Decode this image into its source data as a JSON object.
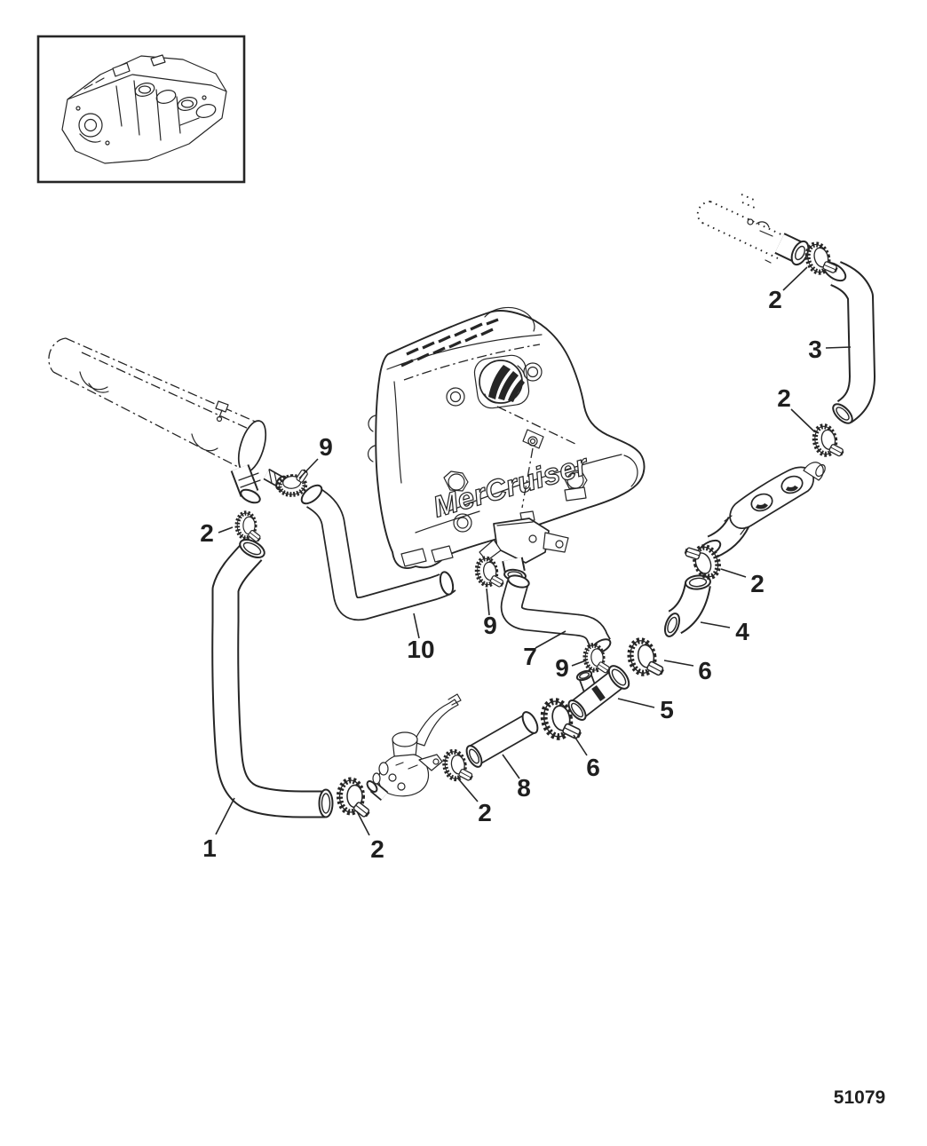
{
  "figure": {
    "drawing_number": "51079",
    "brand_logo_text": "MerCruiser"
  },
  "colors": {
    "line": "#262626",
    "background": "#ffffff"
  },
  "callouts": [
    {
      "id": "hose-1",
      "label": "1"
    },
    {
      "id": "clamp-heat-exchanger",
      "label": "2"
    },
    {
      "id": "clamp-thermostat-left",
      "label": "2"
    },
    {
      "id": "clamp-thermostat-right",
      "label": "2"
    },
    {
      "id": "clamp-exhaust-elbow",
      "label": "2"
    },
    {
      "id": "clamp-upper-fitting",
      "label": "2"
    },
    {
      "id": "clamp-hose-3-lower",
      "label": "2"
    },
    {
      "id": "hose-3",
      "label": "3"
    },
    {
      "id": "hose-4",
      "label": "4"
    },
    {
      "id": "tee-fitting",
      "label": "5"
    },
    {
      "id": "clamp-6-upper",
      "label": "6"
    },
    {
      "id": "clamp-6-lower",
      "label": "6"
    },
    {
      "id": "hose-7",
      "label": "7"
    },
    {
      "id": "hose-8",
      "label": "8"
    },
    {
      "id": "clamp-9-heat-exchanger-outlet",
      "label": "9"
    },
    {
      "id": "clamp-9-manifold-fitting",
      "label": "9"
    },
    {
      "id": "clamp-9-hose-7-end",
      "label": "9"
    },
    {
      "id": "hose-10",
      "label": "10"
    }
  ]
}
